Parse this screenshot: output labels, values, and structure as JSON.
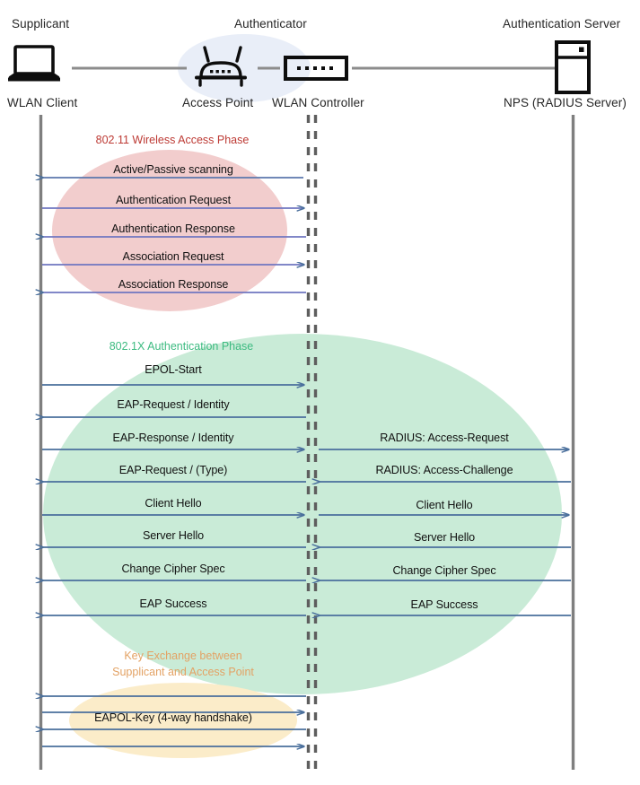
{
  "header": {
    "roles": [
      {
        "name": "supplicant",
        "label": "Supplicant"
      },
      {
        "name": "authenticator",
        "label": "Authenticator"
      },
      {
        "name": "auth-server",
        "label": "Authentication Server"
      }
    ],
    "devices": [
      {
        "name": "wlan-client",
        "label": "WLAN Client",
        "icon": "laptop-icon"
      },
      {
        "name": "access-point",
        "label": "Access Point",
        "icon": "wireless-router-icon"
      },
      {
        "name": "wlan-controller",
        "label": "WLAN Controller",
        "icon": "network-switch-icon"
      },
      {
        "name": "nps-radius-server",
        "label": "NPS (RADIUS Server)",
        "icon": "server-rack-icon"
      }
    ]
  },
  "phases": [
    {
      "name": "wireless-access-phase",
      "label": "802.11 Wireless Access Phase",
      "color": "#bd3a34",
      "ellipse_fill": "#f2cdcd"
    },
    {
      "name": "dot1x-authentication-phase",
      "label": "802.1X Authentication Phase",
      "color": "#3dbb81",
      "ellipse_fill": "#c9ebd7"
    },
    {
      "name": "key-exchange-phase",
      "label_line1": "Key Exchange between",
      "label_line2": "Supplicant and Access Point",
      "color": "#e3a264",
      "ellipse_fill": "#fbecc9"
    }
  ],
  "messages": {
    "left": [
      {
        "label": "Active/Passive scanning",
        "dir": "left"
      },
      {
        "label": "Authentication Request",
        "dir": "right"
      },
      {
        "label": "Authentication Response",
        "dir": "left"
      },
      {
        "label": "Association Request",
        "dir": "right"
      },
      {
        "label": "Association Response",
        "dir": "left"
      },
      {
        "label": "EPOL-Start",
        "dir": "right"
      },
      {
        "label": "EAP-Request / Identity",
        "dir": "left"
      },
      {
        "label": "EAP-Response / Identity",
        "dir": "right"
      },
      {
        "label": "EAP-Request / (Type)",
        "dir": "left"
      },
      {
        "label": "Client Hello",
        "dir": "right"
      },
      {
        "label": "Server Hello",
        "dir": "left"
      },
      {
        "label": "Change Cipher Spec",
        "dir": "left"
      },
      {
        "label": "EAP Success",
        "dir": "left"
      },
      {
        "label": "",
        "dir": "left"
      },
      {
        "label": "EAPOL-Key (4-way handshake)",
        "dir": "right"
      },
      {
        "label": "",
        "dir": "left"
      },
      {
        "label": "",
        "dir": "right"
      }
    ],
    "right": [
      {
        "label": "RADIUS: Access-Request",
        "dir": "right"
      },
      {
        "label": "RADIUS: Access-Challenge",
        "dir": "left"
      },
      {
        "label": "Client Hello",
        "dir": "right"
      },
      {
        "label": "Server Hello",
        "dir": "left"
      },
      {
        "label": "Change Cipher Spec",
        "dir": "left"
      },
      {
        "label": "EAP Success",
        "dir": "left"
      }
    ]
  },
  "colors": {
    "arrow": "#4a6f9c",
    "arrow_alt": "#6f76c0",
    "lifeline": "#7f7f7f",
    "link": "#8c8c8c",
    "authenticator_ellipse": "#e8edf7"
  }
}
